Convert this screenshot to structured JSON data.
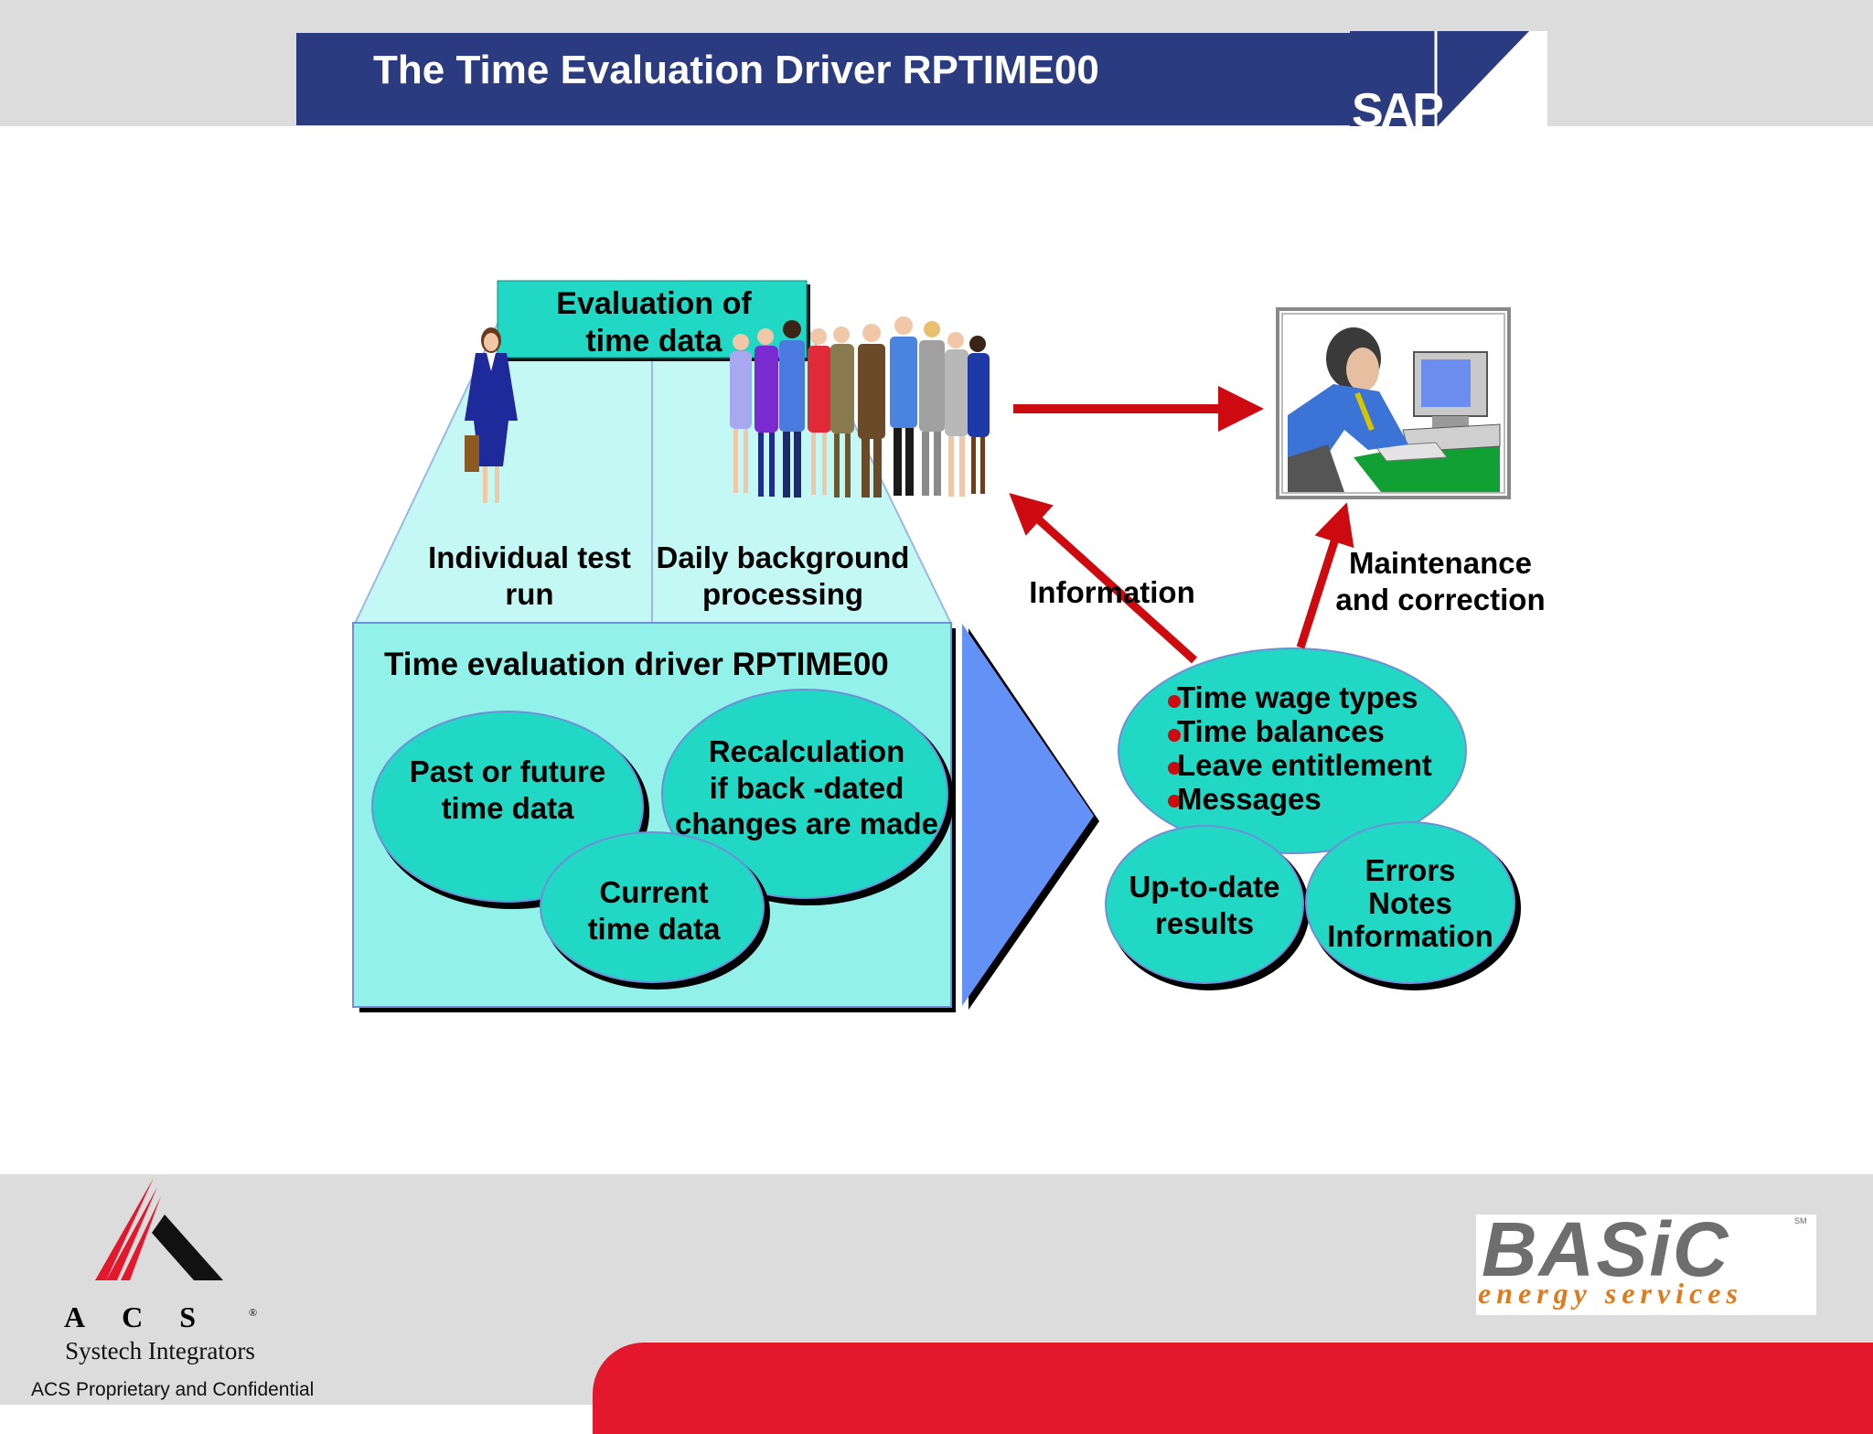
{
  "header": {
    "title": "The Time Evaluation Driver RPTIME00",
    "logo_text": "SAP"
  },
  "diagram": {
    "evaluation_box": "Evaluation of\ntime data",
    "individual_label": "Individual test\nrun",
    "daily_label": "Daily background\nprocessing",
    "driver_title": "Time evaluation driver RPTIME00",
    "ellipse_past": "Past or future\ntime data",
    "ellipse_recalc": "Recalculation\nif back -dated\nchanges are made",
    "ellipse_current": "Current\ntime data",
    "information_label": "Information",
    "maintenance_label": "Maintenance\nand correction",
    "results_items": [
      "Time wage types",
      "Time balances",
      "Leave entitlement",
      "Messages"
    ],
    "uptodate": "Up-to-date\nresults",
    "errors": "Errors\nNotes\nInformation"
  },
  "footer": {
    "acs_letters": "ACS",
    "acs_registered": "®",
    "acs_subtitle": "Systech Integrators",
    "confidential": "ACS Proprietary and Confidential",
    "basic_name": "BASiC",
    "basic_tagline": "energy services",
    "basic_sm": "SM"
  },
  "colors": {
    "title_bar": "#2a3b80",
    "teal": "#20d8c4",
    "light_teal": "#92f2ea",
    "arrow_red": "#cc0a10",
    "blue_triangle": "#6391f5",
    "footer_red": "#e3182d"
  }
}
